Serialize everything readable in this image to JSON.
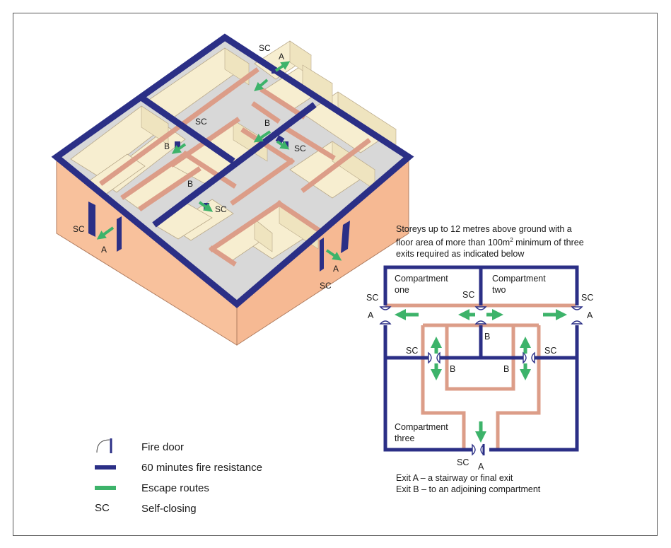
{
  "colors": {
    "wall_fire": "#2b2f86",
    "wall_internal": "#dc9d88",
    "escape": "#3db36a",
    "room_floor": "#f7eed0",
    "corridor_floor": "#d8d8d8",
    "exterior": "#f8c19c"
  },
  "building": {
    "labels": [
      {
        "id": "sc-top",
        "text": "SC"
      },
      {
        "id": "a-top",
        "text": "A"
      },
      {
        "id": "sc-mid-left",
        "text": "SC"
      },
      {
        "id": "b-mid-center",
        "text": "B"
      },
      {
        "id": "b-mid-left",
        "text": "B"
      },
      {
        "id": "sc-mid-right",
        "text": "SC"
      },
      {
        "id": "b-low",
        "text": "B"
      },
      {
        "id": "sc-low",
        "text": "SC"
      },
      {
        "id": "sc-left-exit",
        "text": "SC"
      },
      {
        "id": "a-left-exit",
        "text": "A"
      },
      {
        "id": "a-right-exit",
        "text": "A"
      },
      {
        "id": "sc-right-exit",
        "text": "SC"
      }
    ]
  },
  "plan": {
    "description_lines": [
      "Storeys up to 12 metres above ground with a",
      "floor area of more than 100m",
      "2",
      " minimum of three",
      "exits required as indicated below"
    ],
    "compartments": [
      {
        "line1": "Compartment",
        "line2": "one"
      },
      {
        "line1": "Compartment",
        "line2": "two"
      },
      {
        "line1": "Compartment",
        "line2": "three"
      }
    ],
    "labels": {
      "sc": "SC",
      "a": "A",
      "b": "B"
    },
    "exit_notes": [
      "Exit A – a stairway or final exit",
      "Exit B – to an adjoining compartment"
    ]
  },
  "legend": [
    {
      "symbol": "fire-door",
      "label": "Fire door"
    },
    {
      "symbol": "fire-resistance",
      "label": "60 minutes fire resistance"
    },
    {
      "symbol": "escape-route",
      "label": "Escape routes"
    },
    {
      "symbol": "sc-text",
      "label": "Self-closing",
      "code": "SC"
    }
  ]
}
